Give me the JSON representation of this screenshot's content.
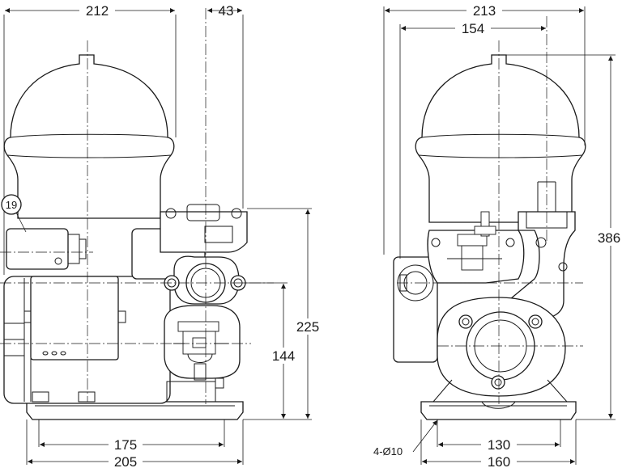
{
  "side_view": {
    "dim_overall_width": "212",
    "dim_outlet_offset": "43",
    "dim_outlet_height": "225",
    "dim_inlet_height": "144",
    "dim_base_hole_spacing": "175",
    "dim_base_length": "205",
    "callout_label": "19"
  },
  "front_view": {
    "dim_overall_width": "213",
    "dim_tank_offset": "154",
    "dim_overall_height": "386",
    "dim_base_hole_spacing": "130",
    "dim_base_width": "160",
    "hole_note": "4-Ø10"
  },
  "colors": {
    "line": "#1a1a1a",
    "background": "#ffffff"
  }
}
